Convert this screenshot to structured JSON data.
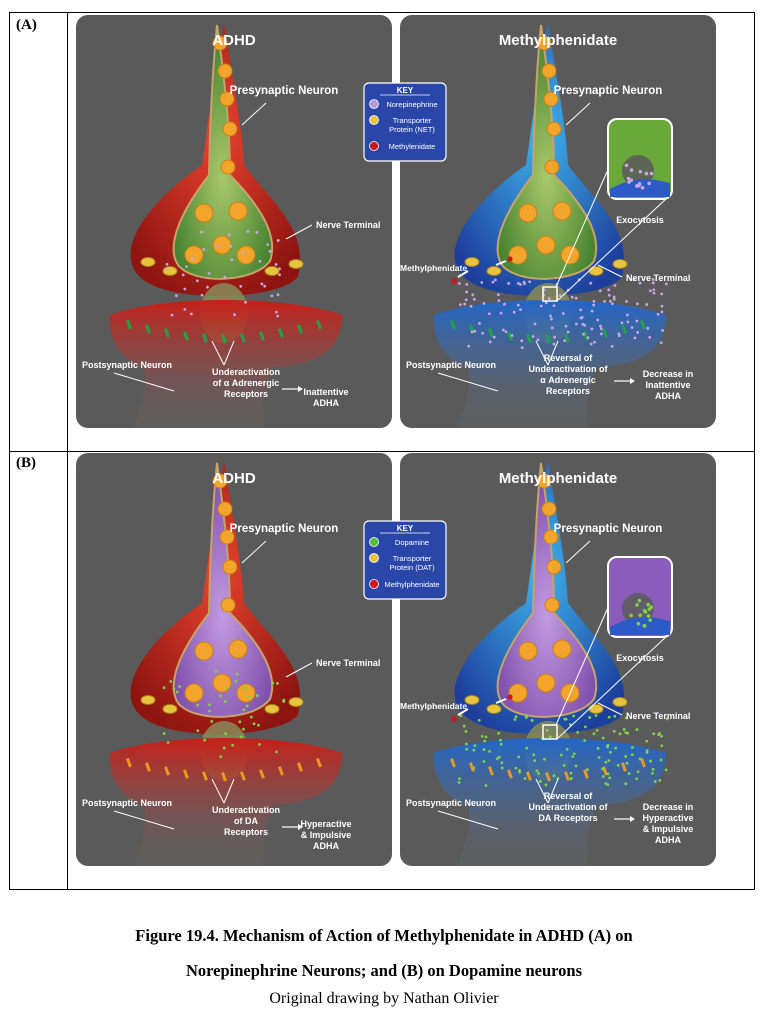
{
  "panels": [
    {
      "row_label": "(A)",
      "left_title": "ADHD",
      "right_title": "Methylphenidate",
      "presynaptic": "Presynaptic Neuron",
      "nerve_terminal": "Nerve Terminal",
      "postsynaptic": "Postsynaptic Neuron",
      "left_under": [
        "Underactivation",
        "of α Adrenergic",
        "Receptors"
      ],
      "left_effect": [
        "Inattentive",
        "ADHA"
      ],
      "right_under": [
        "Reversal of",
        "Underactivation of",
        "α Adrenergic",
        "Receptors"
      ],
      "right_effect": [
        "Decrease in",
        "Inattentive",
        "ADHA"
      ],
      "methylphenidate_label": "Methylphenidate",
      "exocytosis": "Exocytosis",
      "key_title": "KEY",
      "key_items": [
        {
          "label": [
            "Norepinephrine"
          ],
          "icon": "norepinephrine-icon",
          "color": "#b69ad8"
        },
        {
          "label": [
            "Transporter",
            "Protein (NET)"
          ],
          "icon": "transporter-icon",
          "color": "#e8c340"
        },
        {
          "label": [
            "Methylenidate"
          ],
          "icon": "methylphenidate-icon",
          "color": "#c81a1a"
        }
      ],
      "colors": {
        "adhd_terminal": "#d42a1f",
        "adhd_vesicle_fill": "#3f7d2a",
        "drug_terminal": "#2c8fd6",
        "transmitter": "#c8a6e6",
        "receptor": "#1fa24a"
      }
    },
    {
      "row_label": "(B)",
      "left_title": "ADHD",
      "right_title": "Methylphenidate",
      "presynaptic": "Presynaptic Neuron",
      "nerve_terminal": "Nerve Terminal",
      "postsynaptic": "Postsynaptic Neuron",
      "left_under": [
        "Underactivation",
        "of DA",
        "Receptors"
      ],
      "left_effect": [
        "Hyperactive",
        "& Impulsive",
        "ADHA"
      ],
      "right_under": [
        "Reversal of",
        "Underactivation of",
        "DA Receptors"
      ],
      "right_effect": [
        "Decrease in",
        "Hyperactive",
        "& Impulsive",
        "ADHA"
      ],
      "methylphenidate_label": "Methylphenidate",
      "exocytosis": "Exocytosis",
      "key_title": "KEY",
      "key_items": [
        {
          "label": [
            "Dopamine"
          ],
          "icon": "dopamine-icon",
          "color": "#4fbf3a"
        },
        {
          "label": [
            "Transporter",
            "Protein (DAT)"
          ],
          "icon": "transporter-icon",
          "color": "#e8c340"
        },
        {
          "label": [
            "Methylphenidate"
          ],
          "icon": "methylphenidate-icon",
          "color": "#c81a1a"
        }
      ],
      "colors": {
        "adhd_terminal": "#d42a1f",
        "adhd_vesicle_fill": "#7a4aa8",
        "drug_terminal": "#2c8fd6",
        "transmitter": "#7fd34a",
        "receptor": "#e89a20"
      }
    }
  ],
  "caption": {
    "line1": "Figure 19.4. Mechanism of Action of Methylphenidate in ADHD (A) on",
    "line2": "Norepinephrine Neurons; and (B) on Dopamine neurons",
    "credit": "Original drawing by Nathan Olivier"
  }
}
